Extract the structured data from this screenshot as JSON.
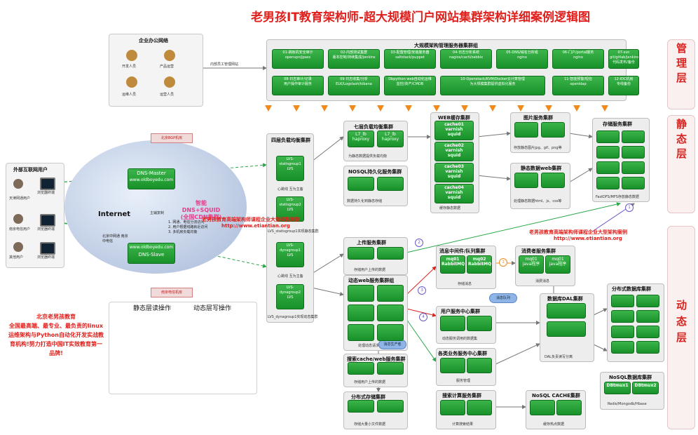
{
  "title": "老男孩IT教育架构师-超大规模门户网站集群架构详细案例逻辑图",
  "layers": {
    "mgmt": "管理层",
    "static": "静态层",
    "dynamic": "动态层"
  },
  "office": {
    "title": "企业办公网络",
    "roles": [
      "开发人员",
      "产品运营",
      "运维人员",
      "运营人员"
    ],
    "link_label": "内部员工管理网站"
  },
  "mgmt_cluster": {
    "title": "大规模架构管理服务器集群组",
    "row1": [
      "01-跳板机安全审计\nopenvpn/jpass",
      "02-内部测试集群\n版本控制/持续集成/jenkins",
      "03-配置管理/安装服务器\nsaltstack/puppet",
      "04-日志分析系统\nnagios/cacti/zabbix",
      "05-DNS/域名分析组\nnginx",
      "06-门户/portal服务\nnginx",
      "07-svn\ngit/gitlab/jenkins\n代码发布/备份"
    ],
    "row2": [
      "08-日志审计/记录\n用户操作审计服务",
      "09-日志收集/分析\nELK/Logstash/kibana",
      "Dbpython web自动化运维\n监控/资产/CMDB",
      "10-Openstack/KVM/Docker云计算管理\n为大规模集群提供虚拟化服务",
      "11-智能预警/短信\nopenldap",
      "12-IDC机房\n专线备份"
    ]
  },
  "external": {
    "title": "外部互联网用户",
    "users": [
      "天津网通用户",
      "南京电信用户",
      "其他用户"
    ],
    "device": "浏览器终端"
  },
  "network": {
    "internet": "Internet",
    "bgp_top": "北京BGP机房",
    "bgp_bottom": "南京电信机房",
    "dns_master": "DNS-Master",
    "dns_slave": "DNS-Slave",
    "domain1": "www.oldboyedu.com",
    "domain2": "www.oldboyedu.com",
    "master_slave": "主辅复制",
    "smart_dns": "智能DNS+SQUID\n(全国CDN集群)",
    "dns_notes": "1. 网通、电信分流访问\n2. 用户根据线路就近访问\n3. 多机房负载均衡",
    "cdn_note": "北京中网通\n南京中电信"
  },
  "lb4": {
    "title": "四层负载均衡集群",
    "node1": "LVS-statisgroup1\nLVS",
    "node2": "LVS-statisgroup2\nLVS",
    "node3": "LVS-dynagroup1\nLVS",
    "node4": "LVS-dynagroup2\nLVS",
    "cap_static": "LVS_statisgroup1实现静态集群",
    "cap_dyn": "LVS_dynagroup1实现动态集群",
    "keepalive": "心跳线 互为主备"
  },
  "lb7": {
    "title": "七层负载均衡集群",
    "nodes": [
      "L7_lb\nhaproxy",
      "L7_lb\nhaproxy"
    ],
    "caption": "为静态数据提供负载均衡"
  },
  "cache": {
    "title": "WEB缓存集群",
    "nodes": [
      "cache01\nvarnish\nsquid",
      "cache02\nvarnish\nsquid",
      "cache03\nvarnish\nsquid",
      "cache04\nvarnish\nsquid"
    ],
    "caption": "缓存静态数据"
  },
  "img": {
    "title": "图片服务集群",
    "caption": "存放静态图片jpg、gif、png等"
  },
  "staticweb": {
    "title": "静态数据web集群",
    "caption": "处理静态数据html、js、css等"
  },
  "storage": {
    "title": "存储服务集群",
    "caption": "FastDFS/MFS存放静态数据"
  },
  "nosql_persist": {
    "title": "NOSQL持久化服务集群",
    "caption": "数据持久化到静态存储"
  },
  "upload": {
    "title": "上传服务集群",
    "caption": "存储用户上传的数据"
  },
  "dynweb": {
    "title": "动态web服务集群组",
    "caption": "处理动态请求"
  },
  "search": {
    "title": "搜索cache/web服务集群",
    "caption": "存储用户上传的数据"
  },
  "dfs": {
    "title": "分布式存储集群",
    "caption": "存储大量小文件数据"
  },
  "mq": {
    "title": "消息中间件/队列集群",
    "nodes": [
      "mq01\nRabbitMQ",
      "mq02\nRabbitMQ"
    ],
    "caption": "存储消息"
  },
  "consumer": {
    "title": "消费者服务集群",
    "nodes": [
      "mq01\njava程序",
      "mq01\njava程序"
    ],
    "caption": "消费消息"
  },
  "usersvc": {
    "title": "用户服务中心集群",
    "caption": "动态服务调用的数据集"
  },
  "bizsvc": {
    "title": "各类业务服务中心集群",
    "caption": "服务管理"
  },
  "searchcalc": {
    "title": "搜索计算服务集群",
    "caption": "计算搜索结果"
  },
  "nosqlcache": {
    "title": "NoSQL CACHE集群",
    "caption": "缓存热点数据"
  },
  "dal": {
    "title": "数据库DAL集群",
    "caption": "DAL负责读写分离"
  },
  "ddb": {
    "title": "分布式数据库集群"
  },
  "nosqldb": {
    "title": "NoSQL数据库集群",
    "nodes": [
      "DBtmux1",
      "DBtmux2"
    ],
    "caption": "Redis/Mongodb/Hbase"
  },
  "watermark": "老男孩教育高端架构师课程企业大型架构案例",
  "watermark_url": "http://www.etiantian.org",
  "promo": "北京老男孩教育\n全国最高端、最专业、最负责的linux运维架构与Python自动化开发实战教育机构!努力打造中国IT实效教育第一品牌!",
  "static_ops": "静态层读操作",
  "dynamic_ops": "动态层写操作",
  "queue_bubble": "消息队列",
  "producer_bubble": "消息生产者"
}
